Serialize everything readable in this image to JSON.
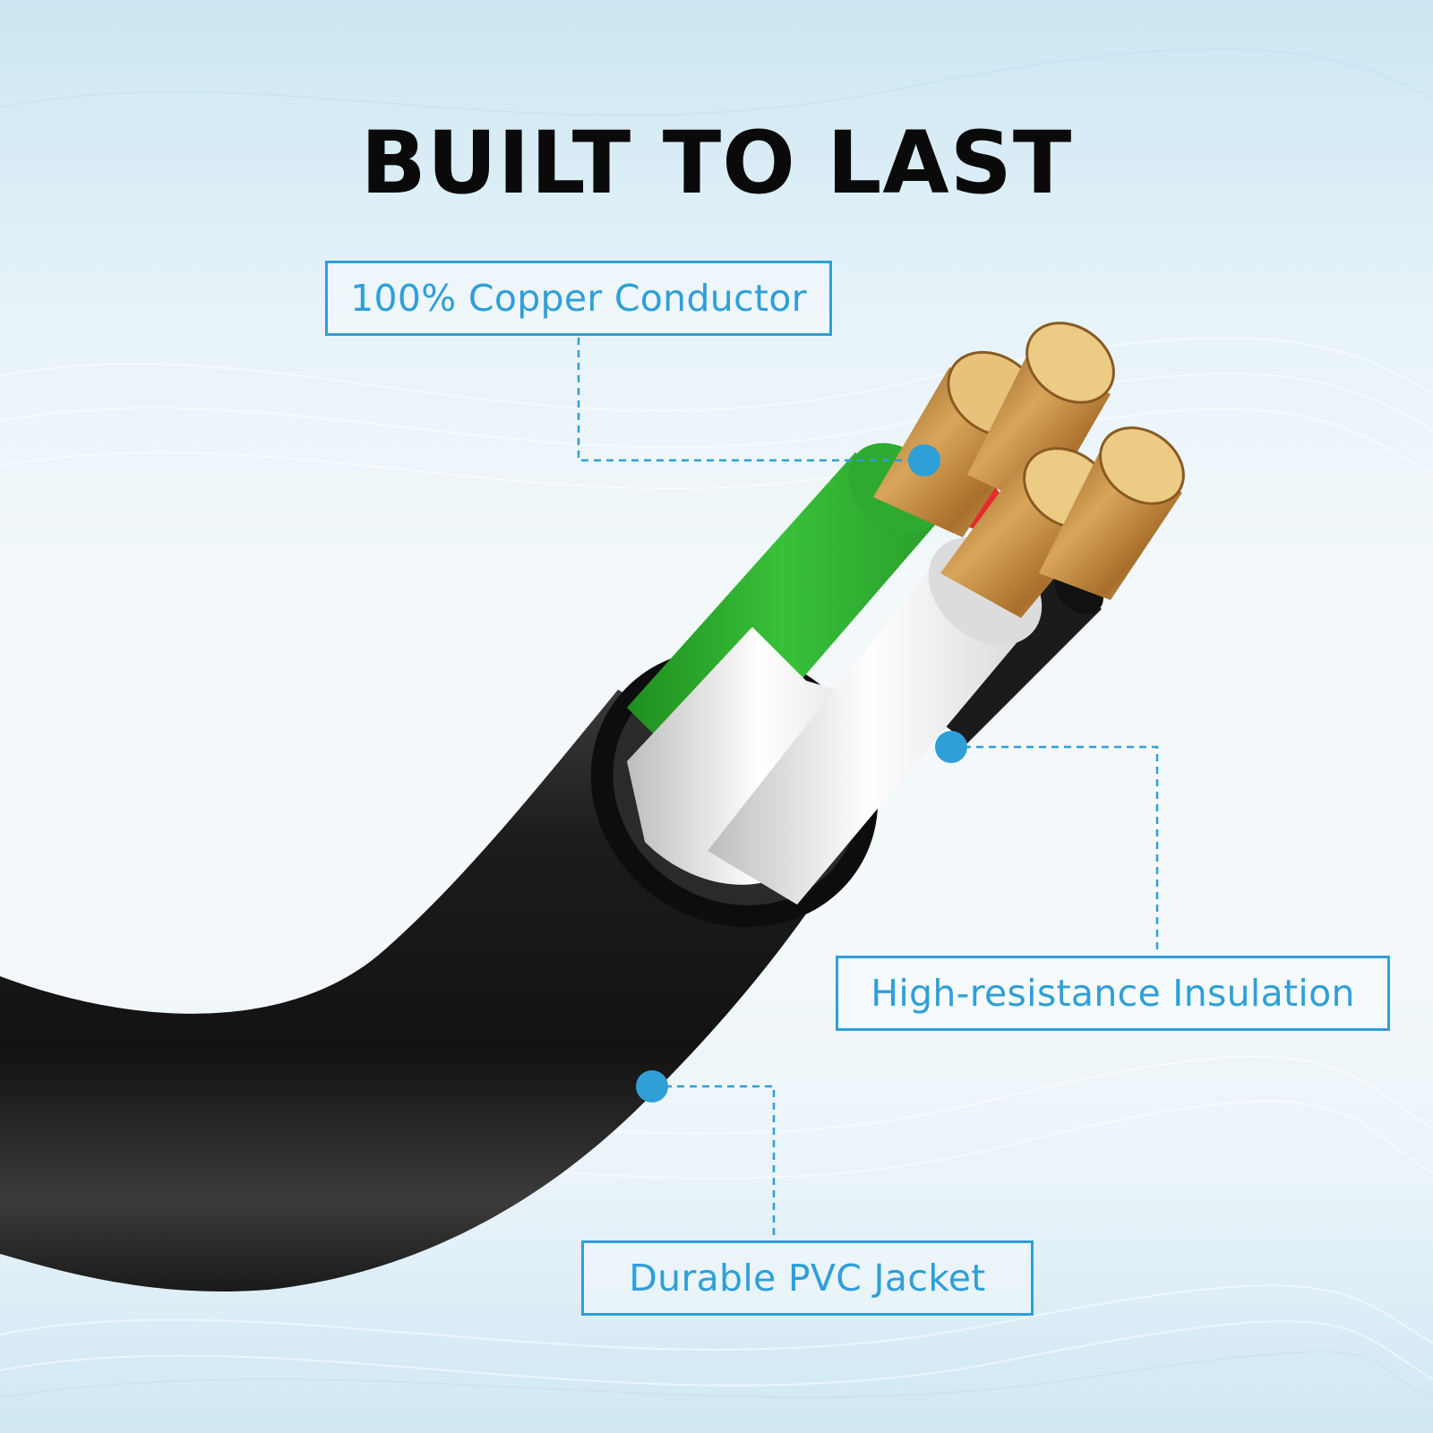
{
  "title": "BUILT TO LAST",
  "callouts": {
    "copper": "100% Copper Conductor",
    "insulation": "High-resistance Insulation",
    "jacket": "Durable PVC Jacket"
  },
  "colors": {
    "accent": "#2f9fd8",
    "title": "#0a0a0a",
    "jacket": "#1a1a1a",
    "green_wire": "#34b233",
    "red_wire": "#e32b2b",
    "copper": "#c8913f"
  }
}
